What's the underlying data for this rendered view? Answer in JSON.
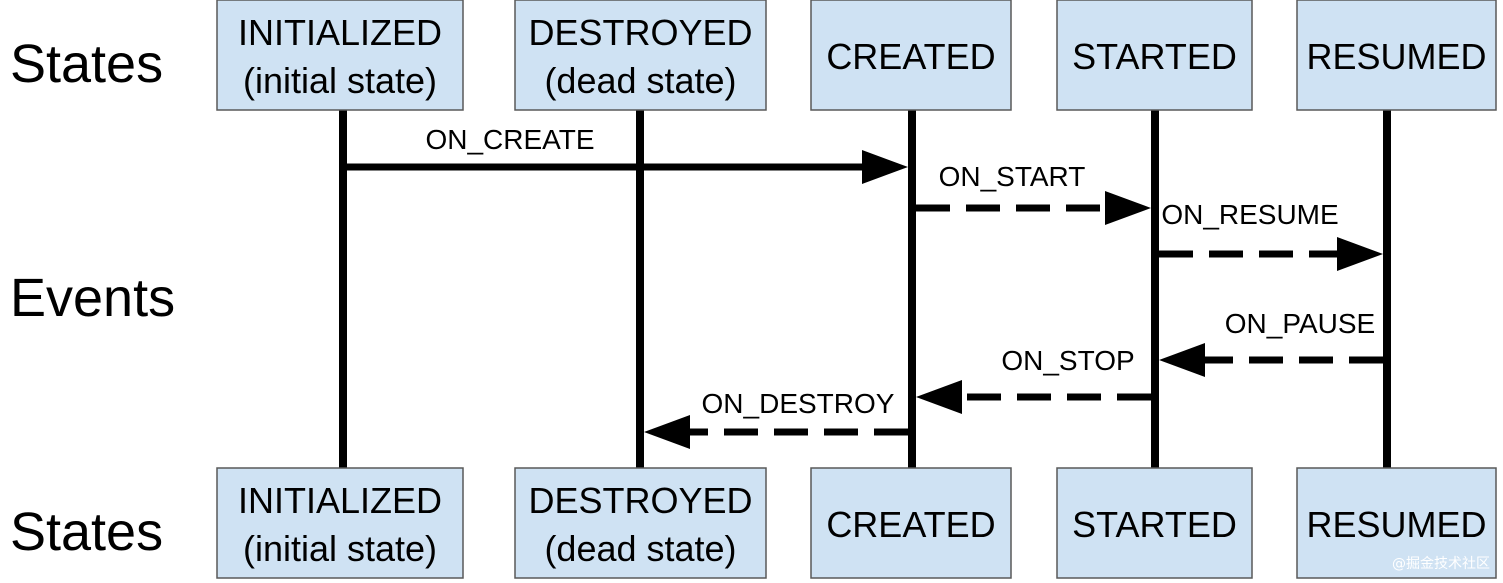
{
  "row_labels": {
    "top": "States",
    "middle": "Events",
    "bottom": "States"
  },
  "states": [
    {
      "name": "INITIALIZED",
      "note": "(initial state)"
    },
    {
      "name": "DESTROYED",
      "note": "(dead state)"
    },
    {
      "name": "CREATED",
      "note": ""
    },
    {
      "name": "STARTED",
      "note": ""
    },
    {
      "name": "RESUMED",
      "note": ""
    }
  ],
  "events": [
    {
      "label": "ON_CREATE",
      "from": "INITIALIZED",
      "to": "CREATED",
      "style": "solid"
    },
    {
      "label": "ON_START",
      "from": "CREATED",
      "to": "STARTED",
      "style": "dashed"
    },
    {
      "label": "ON_RESUME",
      "from": "STARTED",
      "to": "RESUMED",
      "style": "dashed"
    },
    {
      "label": "ON_PAUSE",
      "from": "RESUMED",
      "to": "STARTED",
      "style": "dashed"
    },
    {
      "label": "ON_STOP",
      "from": "STARTED",
      "to": "CREATED",
      "style": "dashed"
    },
    {
      "label": "ON_DESTROY",
      "from": "CREATED",
      "to": "DESTROYED",
      "style": "dashed"
    }
  ],
  "box_color": "#cfe2f3",
  "watermark": "@掘金技术社区"
}
